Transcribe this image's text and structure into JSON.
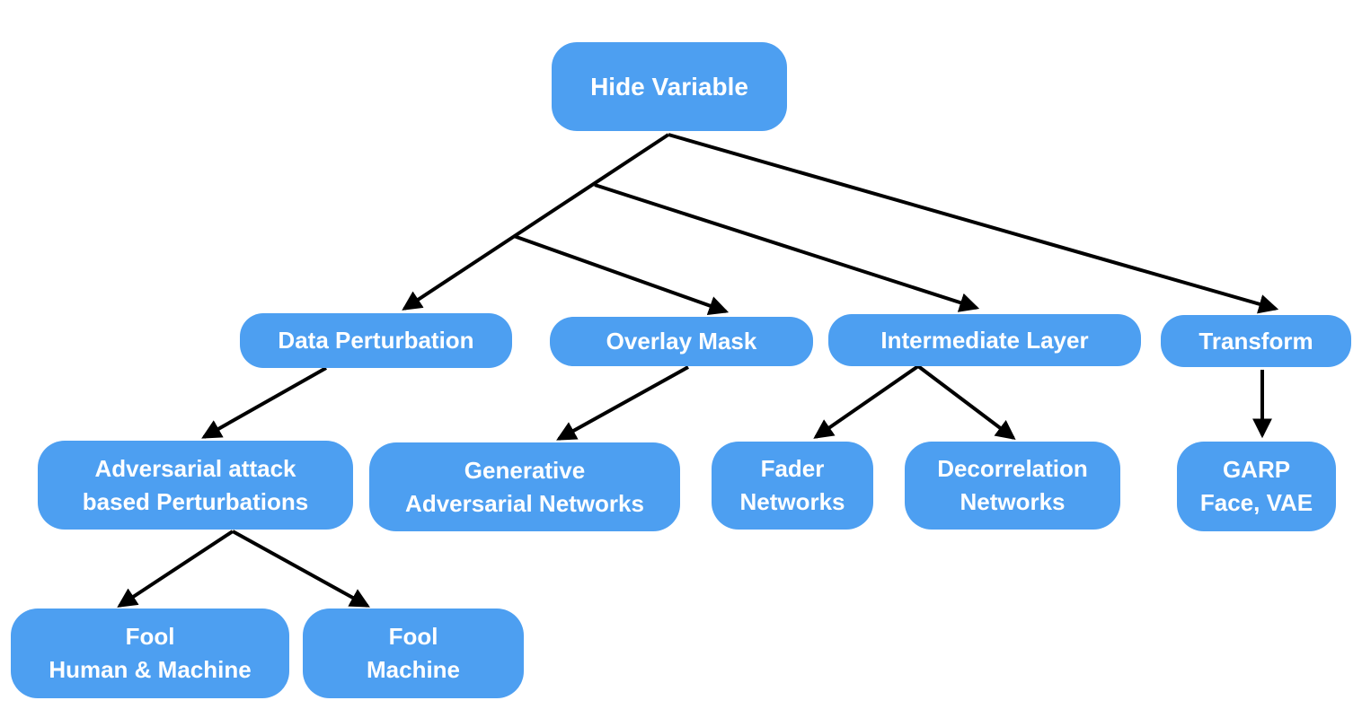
{
  "diagram": {
    "type": "tree",
    "colors": {
      "node_fill": "#4D9FF1",
      "node_text": "#FFFFFF",
      "arrow": "#000000",
      "background": "#FFFFFF"
    },
    "nodes": {
      "hide_variable": {
        "label": "Hide Variable",
        "level": 0
      },
      "data_perturbation": {
        "label": "Data Perturbation",
        "level": 1
      },
      "overlay_mask": {
        "label": "Overlay Mask",
        "level": 1
      },
      "intermediate_layer": {
        "label": "Intermediate Layer",
        "level": 1
      },
      "transform": {
        "label": "Transform",
        "level": 1
      },
      "adversarial": {
        "label": "Adversarial attack\nbased Perturbations",
        "level": 2
      },
      "gan": {
        "label": "Generative\nAdversarial Networks",
        "level": 2
      },
      "fader": {
        "label": "Fader\nNetworks",
        "level": 2
      },
      "decorrelation": {
        "label": "Decorrelation\nNetworks",
        "level": 2
      },
      "garp": {
        "label": "GARP\nFace, VAE",
        "level": 2
      },
      "fool_human_machine": {
        "label": "Fool\nHuman & Machine",
        "level": 3
      },
      "fool_machine": {
        "label": "Fool\nMachine",
        "level": 3
      }
    },
    "edges": [
      {
        "from": "hide_variable",
        "to": "data_perturbation"
      },
      {
        "from": "hide_variable",
        "to": "overlay_mask"
      },
      {
        "from": "hide_variable",
        "to": "intermediate_layer"
      },
      {
        "from": "hide_variable",
        "to": "transform"
      },
      {
        "from": "data_perturbation",
        "to": "adversarial"
      },
      {
        "from": "overlay_mask",
        "to": "gan"
      },
      {
        "from": "intermediate_layer",
        "to": "fader"
      },
      {
        "from": "intermediate_layer",
        "to": "decorrelation"
      },
      {
        "from": "transform",
        "to": "garp"
      },
      {
        "from": "adversarial",
        "to": "fool_human_machine"
      },
      {
        "from": "adversarial",
        "to": "fool_machine"
      }
    ]
  }
}
